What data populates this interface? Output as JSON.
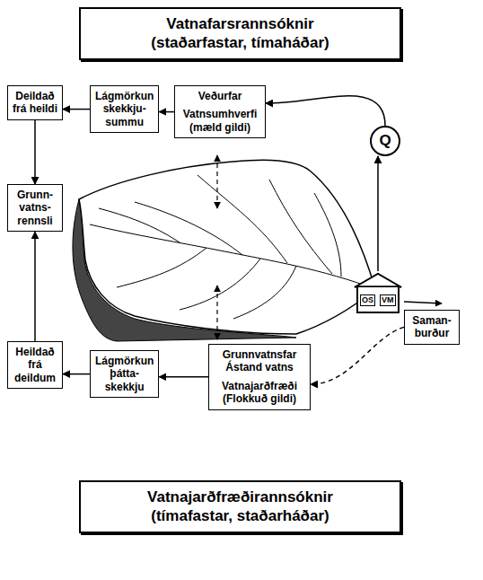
{
  "diagram": {
    "nodes": [
      {
        "text": [
          "Vatnafarsrannsóknir (staðarfastar, tímaháðar)"
        ]
      },
      {
        "text": [
          "Deildað frá heildi"
        ]
      },
      {
        "text": [
          "Lágmörkun skekkju- summu"
        ]
      },
      {
        "text": [
          "Veðurfar",
          "Vatnsumhverfi (mæld gildi)"
        ]
      },
      {
        "text": [
          "Q"
        ]
      },
      {
        "text": [
          "Grunn- vatns- rennsli"
        ]
      },
      {
        "text": [
          "OS",
          "VM"
        ]
      },
      {
        "text": [
          "Saman- burður"
        ]
      },
      {
        "text": [
          "Heildað frá deildum"
        ]
      },
      {
        "text": [
          "Lágmörkun þátta- skekkju"
        ]
      },
      {
        "text": [
          "Grunnvatnsfar Ástand vatns",
          "Vatnajarðfræði (Flokkuð gildi)"
        ]
      },
      {
        "text": [
          "Vatnajarðfræðirannsóknir (tímafastar, staðarháðar)"
        ]
      }
    ],
    "edges": [
      {
        "from": 3,
        "to": 2,
        "arrow": "to"
      },
      {
        "from": 2,
        "to": 1,
        "arrow": "to"
      },
      {
        "from": 1,
        "to": 5,
        "arrow": "to"
      },
      {
        "from": 8,
        "to": 5,
        "arrow": "to"
      },
      {
        "from": 9,
        "to": 8,
        "arrow": "to"
      },
      {
        "from": 10,
        "to": 9,
        "arrow": "to"
      },
      {
        "from": 4,
        "to": 3,
        "arrow": "to"
      },
      {
        "from": 6,
        "to": 4,
        "arrow": "to"
      },
      {
        "from": 7,
        "to": 10,
        "arrow": "to"
      }
    ]
  }
}
